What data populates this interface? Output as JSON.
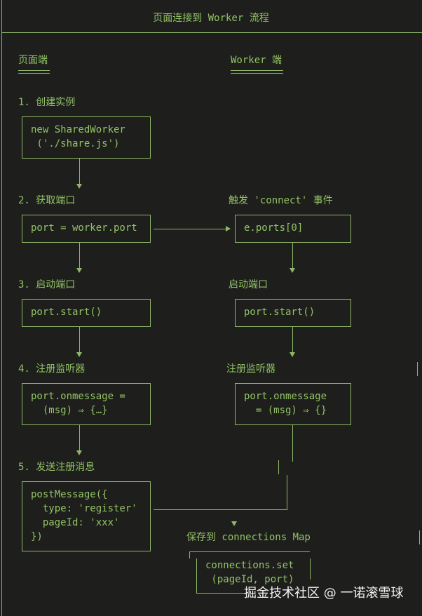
{
  "title": "页面连接到 Worker 流程",
  "columns": {
    "page": "页面端",
    "worker": "Worker 端"
  },
  "steps": {
    "s1": "1. 创建实例",
    "s2": "2. 获取端口",
    "s3": "3. 启动端口",
    "s4": "4. 注册监听器",
    "s5": "5. 发送注册消息"
  },
  "worker_labels": {
    "connect": "触发 'connect' 事件",
    "start": "启动端口",
    "listen": "注册监听器",
    "save": "保存到 connections Map"
  },
  "boxes": {
    "page_create": "new SharedWorker\n ('./share.js')",
    "page_port": "port = worker.port",
    "page_start": "port.start()",
    "page_onmessage": "port.onmessage =\n  (msg) ⇒ {…}",
    "page_post": "postMessage({\n  type: 'register'\n  pageId: 'xxx'\n})",
    "worker_ports": "e.ports[0]",
    "worker_start": "port.start()",
    "worker_onmessage": "port.onmessage\n  = (msg) ⇒ {}",
    "worker_set": "connections.set\n (pageId, port)"
  },
  "watermark": "掘金技术社区 @ 一诺滚雪球"
}
